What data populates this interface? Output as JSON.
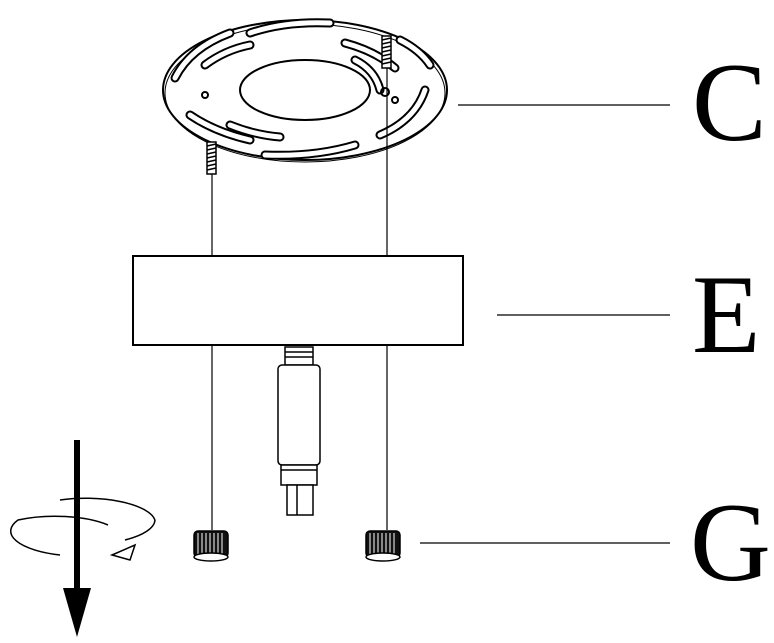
{
  "labels": {
    "c": "C",
    "e": "E",
    "g": "G"
  },
  "colors": {
    "stroke": "#000000",
    "background": "#ffffff",
    "fill_light": "#ffffff",
    "fill_dark": "#111111"
  },
  "icons": {
    "rotation": "rotate-arrow-icon",
    "direction": "down-arrow-icon"
  }
}
